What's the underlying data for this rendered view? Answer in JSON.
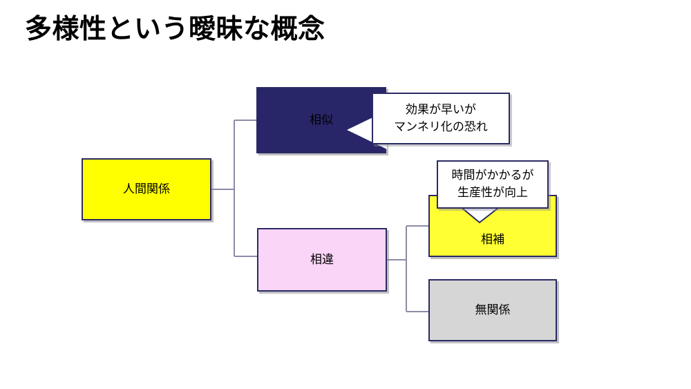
{
  "slide": {
    "title": "多様性という曖昧な概念",
    "background_color": "#ffffff"
  },
  "palette": {
    "border": "#2a2a63",
    "root_fill": "#ffff00",
    "similar_fill": "#282668",
    "different_fill": "#fbd5f8",
    "complement_fill": "#ffff33",
    "unrelated_fill": "#d6d6d6",
    "callout_fill": "#ffffff",
    "text": "#000000",
    "connector": "#8b8ba6"
  },
  "diagram": {
    "root": {
      "id": "ningen-kankei",
      "label": "人間関係"
    },
    "branches": [
      {
        "id": "soji",
        "label": "相似",
        "fill": "#282668",
        "callout": {
          "id": "callout-soji",
          "lines": [
            "効果が早いが",
            "マンネリ化の恐れ"
          ],
          "tail_direction": "left"
        }
      },
      {
        "id": "soi",
        "label": "相違",
        "fill": "#fbd5f8",
        "children": [
          {
            "id": "soho",
            "label": "相補",
            "fill": "#ffff33",
            "callout": {
              "id": "callout-soho",
              "lines": [
                "時間がかかるが",
                "生産性が向上"
              ],
              "tail_direction": "down"
            }
          },
          {
            "id": "mukankei",
            "label": "無関係",
            "fill": "#d6d6d6"
          }
        ]
      }
    ]
  }
}
